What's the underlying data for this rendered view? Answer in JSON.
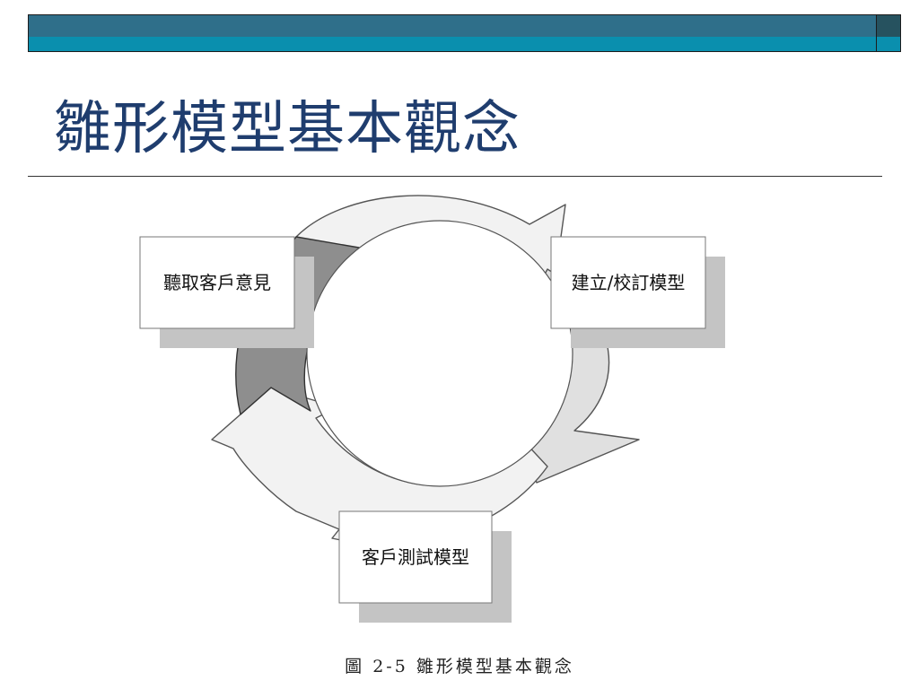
{
  "theme": {
    "header_bar_color": "#2f6f8a",
    "header_stripe_color": "#0a8fae",
    "header_box_top_color": "#26525f",
    "header_box_bottom_color": "#0a8fae",
    "title_color": "#1f3d6e"
  },
  "slide": {
    "title": "雛形模型基本觀念",
    "caption": "圖 2-5  雛形模型基本觀念"
  },
  "diagram": {
    "stages": [
      {
        "id": "listen",
        "label": "聽取客戶意見"
      },
      {
        "id": "build",
        "label": "建立/校訂模型"
      },
      {
        "id": "test",
        "label": "客戶測試模型"
      }
    ],
    "colors": {
      "arrow_light": "#f2f2f2",
      "arrow_mid": "#e0e0e0",
      "arrow_dark": "#8e8e8e",
      "box_shadow": "#c4c4c4",
      "box_fill": "#ffffff"
    }
  }
}
